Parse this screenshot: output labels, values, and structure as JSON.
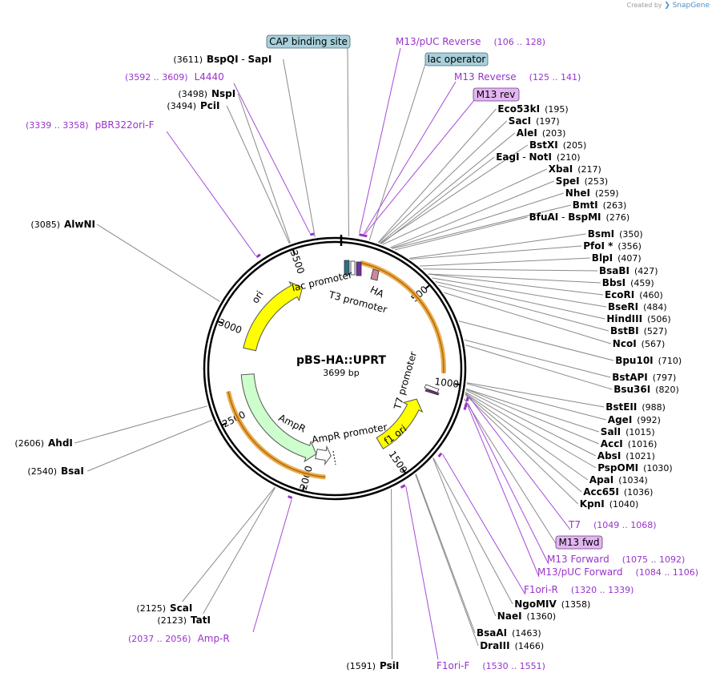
{
  "credit": {
    "text": "Created by",
    "brand": "SnapGene"
  },
  "plasmid": {
    "name": "pBS-HA::UPRT",
    "length": "3699 bp"
  },
  "colors": {
    "feature_purple": "#9933cc",
    "enzyme_text": "#000000",
    "ori_yellow": "#ffff00",
    "ampr_green": "#ccffcc",
    "orange_glow": "#e8a33c",
    "cap_site": "#a8d0dc",
    "m13_rev_box": "#e3b6f2"
  },
  "ticks": [
    "500",
    "1000",
    "1500",
    "2000",
    "2500",
    "3000",
    "3500"
  ],
  "ring_features": [
    {
      "name": "lac promoter"
    },
    {
      "name": "T3 promoter"
    },
    {
      "name": "HA"
    },
    {
      "name": "T7 promoter"
    },
    {
      "name": "f1 ori"
    },
    {
      "name": "AmpR promoter"
    },
    {
      "name": "AmpR"
    },
    {
      "name": "ori"
    }
  ],
  "left_enzymes": [
    {
      "pos": "(3611)",
      "name": "BspQI",
      "name2": "SapI"
    },
    {
      "pos": "(3498)",
      "name": "NspI"
    },
    {
      "pos": "(3494)",
      "name": "PciI"
    },
    {
      "pos": "(3085)",
      "name": "AlwNI"
    },
    {
      "pos": "(2606)",
      "name": "AhdI"
    },
    {
      "pos": "(2540)",
      "name": "BsaI"
    },
    {
      "pos": "(2125)",
      "name": "ScaI"
    },
    {
      "pos": "(2123)",
      "name": "TatI"
    },
    {
      "pos": "(1591)",
      "name": "PsiI"
    }
  ],
  "right_enzymes": [
    {
      "name": "Eco53kI",
      "pos": "(195)"
    },
    {
      "name": "SacI",
      "pos": "(197)"
    },
    {
      "name": "AleI",
      "pos": "(203)"
    },
    {
      "name": "BstXI",
      "pos": "(205)"
    },
    {
      "name": "EagI",
      "name2": "NotI",
      "pos": "(210)"
    },
    {
      "name": "XbaI",
      "pos": "(217)"
    },
    {
      "name": "SpeI",
      "pos": "(253)"
    },
    {
      "name": "NheI",
      "pos": "(259)"
    },
    {
      "name": "BmtI",
      "pos": "(263)"
    },
    {
      "name": "BfuAI",
      "name2": "BspMI",
      "pos": "(276)"
    },
    {
      "name": "BsmI",
      "pos": "(350)"
    },
    {
      "name": "PfoI *",
      "pos": "(356)"
    },
    {
      "name": "BlpI",
      "pos": "(407)"
    },
    {
      "name": "BsaBI",
      "pos": "(427)"
    },
    {
      "name": "BbsI",
      "pos": "(459)"
    },
    {
      "name": "EcoRI",
      "pos": "(460)"
    },
    {
      "name": "BseRI",
      "pos": "(484)"
    },
    {
      "name": "HindIII",
      "pos": "(506)"
    },
    {
      "name": "BstBI",
      "pos": "(527)"
    },
    {
      "name": "NcoI",
      "pos": "(567)"
    },
    {
      "name": "Bpu10I",
      "pos": "(710)"
    },
    {
      "name": "BstAPI",
      "pos": "(797)"
    },
    {
      "name": "Bsu36I",
      "pos": "(820)"
    },
    {
      "name": "BstEII",
      "pos": "(988)"
    },
    {
      "name": "AgeI",
      "pos": "(992)"
    },
    {
      "name": "SalI",
      "pos": "(1015)"
    },
    {
      "name": "AccI",
      "pos": "(1016)"
    },
    {
      "name": "AbsI",
      "pos": "(1021)"
    },
    {
      "name": "PspOMI",
      "pos": "(1030)"
    },
    {
      "name": "ApaI",
      "pos": "(1034)"
    },
    {
      "name": "Acc65I",
      "pos": "(1036)"
    },
    {
      "name": "KpnI",
      "pos": "(1040)"
    },
    {
      "name": "NgoMIV",
      "pos": "(1358)"
    },
    {
      "name": "NaeI",
      "pos": "(1360)"
    },
    {
      "name": "BsaAI",
      "pos": "(1463)"
    },
    {
      "name": "DraIII",
      "pos": "(1466)"
    }
  ],
  "primers": [
    {
      "name": "M13/pUC Reverse",
      "range": "(106 .. 128)"
    },
    {
      "name": "M13 Reverse",
      "range": "(125 .. 141)"
    },
    {
      "name": "L4440",
      "range": "(3592 .. 3609)"
    },
    {
      "name": "pBR322ori-F",
      "range": "(3339 .. 3358)"
    },
    {
      "name": "T7",
      "range": "(1049 .. 1068)"
    },
    {
      "name": "M13 Forward",
      "range": "(1075 .. 1092)"
    },
    {
      "name": "M13/pUC Forward",
      "range": "(1084 .. 1106)"
    },
    {
      "name": "F1ori-R",
      "range": "(1320 .. 1339)"
    },
    {
      "name": "F1ori-F",
      "range": "(1530 .. 1551)"
    },
    {
      "name": "Amp-R",
      "range": "(2037 .. 2056)"
    }
  ],
  "boxed_labels": {
    "cap": "CAP binding site",
    "lac_operator": "lac operator",
    "m13_rev": "M13 rev",
    "m13_fwd": "M13 fwd"
  }
}
